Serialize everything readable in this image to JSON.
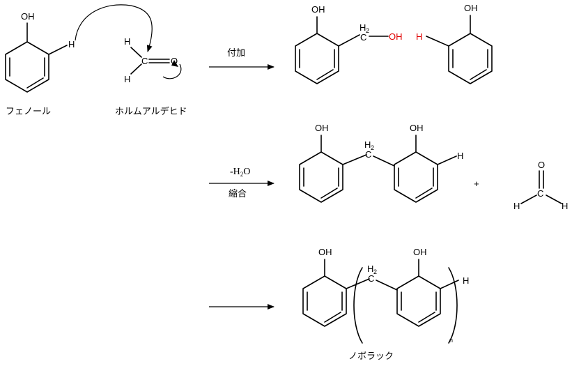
{
  "reactants": {
    "phenol": {
      "oh": "OH",
      "h": "H",
      "name": "フェノール"
    },
    "formaldehyde": {
      "h_top": "H",
      "h_bottom": "H",
      "c": "C",
      "o": "O",
      "name": "ホルムアルデヒド"
    }
  },
  "step1": {
    "condition": "付加",
    "product_a": {
      "oh": "OH",
      "ch2": "H",
      "ch2_sub": "2",
      "ch2_c": "C",
      "oh2": "OH"
    },
    "product_b": {
      "oh": "OH",
      "h": "H"
    }
  },
  "step2": {
    "condition_top_prefix": "-H",
    "condition_top_sub": "2",
    "condition_top_suffix": "O",
    "condition_bottom": "縮合",
    "dimer": {
      "oh1": "OH",
      "oh2": "OH",
      "ch2": "H",
      "ch2_sub": "2",
      "ch2_c": "C",
      "h": "H"
    },
    "plus": "+",
    "formaldehyde": {
      "o": "O",
      "c": "C",
      "h1": "H",
      "h2": "H"
    }
  },
  "step3": {
    "polymer": {
      "oh1": "OH",
      "oh2": "OH",
      "ch2": "H",
      "ch2_sub": "2",
      "ch2_c": "C",
      "h": "H",
      "n": "n"
    },
    "name": "ノボラック"
  },
  "colors": {
    "highlight": "#e00000",
    "ink": "#000000"
  }
}
